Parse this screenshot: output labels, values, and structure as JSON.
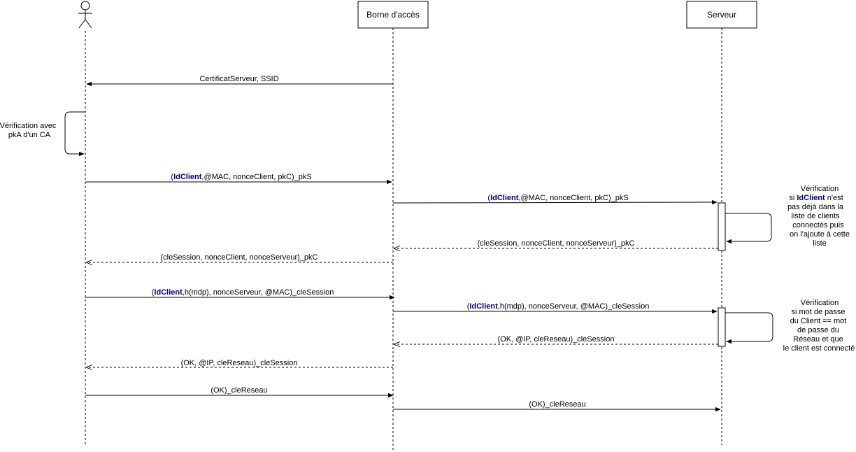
{
  "participants": {
    "borne": "Borne d'accès",
    "serveur": "Serveur"
  },
  "messages": {
    "m1": "CertificatServeur, SSID",
    "m2_highlight": "IdClient",
    "m2_prefix": "(",
    "m2_rest": ",@MAC, nonceClient, pkC)_pkS",
    "m3_prefix": "(",
    "m3_highlight": "IdClient",
    "m3_rest": ",@MAC, nonceClient, pkC)_pkS",
    "m4": "(cleSession, nonceClient, nonceServeur)_pkC",
    "m5": "(cleSession, nonceClient, nonceServeur)_pkC",
    "m6_prefix": "(",
    "m6_highlight": "IdClient",
    "m6_rest": ",h(mdp), nonceServeur, @MAC)_cleSession",
    "m7_prefix": "(",
    "m7_highlight": "IdClient",
    "m7_rest": ",h(mdp), nonceServeur, @MAC)_cleSession",
    "m8": "(OK, @IP, cleReseau)_cleSession",
    "m9": "(OK, @IP, cleReseau)_cleSession",
    "m10": "(OK)_cleReseau",
    "m11": "(OK)_cleReseau"
  },
  "notes": {
    "self_client_1": "Vérification avec",
    "self_client_2": "pkA d'un CA",
    "server1_l1": "Vérification",
    "server1_l2_pre": "si ",
    "server1_l2_hl": "IdClient",
    "server1_l2_post": " n'est",
    "server1_l3": "pas déjà dans la",
    "server1_l4": "liste de clients",
    "server1_l5": "connectés puis",
    "server1_l6": "on l'ajoute à cette",
    "server1_l7": "liste",
    "server2_l1": "Vérification",
    "server2_l2": "si mot de passe",
    "server2_l3": "du Client == mot",
    "server2_l4": "de passe du",
    "server2_l5": "Réseau et que",
    "server2_l6": "le client est connecté"
  },
  "colors": {
    "highlight": "#00008b",
    "line": "#000000"
  }
}
